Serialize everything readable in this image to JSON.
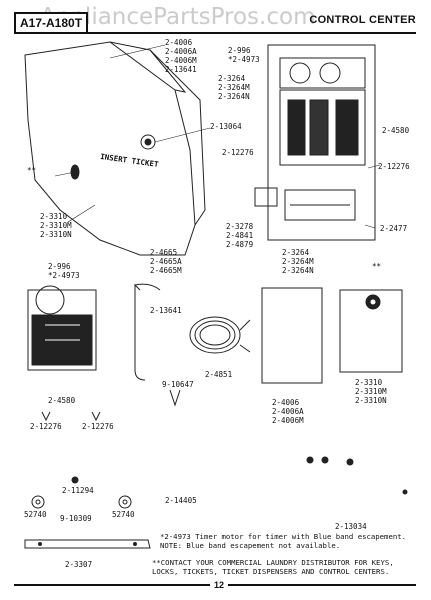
{
  "header": {
    "model": "A17-A180T",
    "section_title": "CONTROL CENTER",
    "watermark": "AppliancePartsPros.com"
  },
  "ticket_label": "INSERT TICKET",
  "double_star": "**",
  "parts": {
    "cover_top": [
      "2-4006",
      "2-4006A",
      "2-4006M",
      "2-13641"
    ],
    "timer_top": [
      "2-996",
      "*2-4973"
    ],
    "cover_right": [
      "2-3264",
      "2-3264M",
      "2-3264N"
    ],
    "coin_slot": [
      "2-13064"
    ],
    "switch_right": [
      "2-4580"
    ],
    "clip_left": [
      "2-12276"
    ],
    "clip_right": [
      "2-12276"
    ],
    "cover_bottom": [
      "2-3310",
      "2-3310M",
      "2-3310N"
    ],
    "relay": [
      "2-3278",
      "2-4841",
      "2-4879"
    ],
    "bracket": [
      "2-2477"
    ],
    "base_bottom": [
      "2-3264",
      "2-3264M",
      "2-3264N"
    ],
    "cover_mid": [
      "2-4665",
      "2-4665A",
      "2-4665M"
    ],
    "timer_left": [
      "2-996",
      "*2-4973"
    ],
    "wire_clip": [
      "2-13641"
    ],
    "harness": [
      "2-4851"
    ],
    "screws": [
      "9-10647"
    ],
    "switch_left": [
      "2-4580"
    ],
    "plate_mid": [
      "2-4006",
      "2-4006A",
      "2-4006M"
    ],
    "plate_right": [
      "2-3310",
      "2-3310M",
      "2-3310N"
    ],
    "clip_pair_a": [
      "2-12276"
    ],
    "clip_pair_b": [
      "2-12276"
    ],
    "rivet": [
      "2-11294"
    ],
    "nut_left": [
      "52740"
    ],
    "nut_mid": [
      "9-10309"
    ],
    "nut_right": [
      "52740"
    ],
    "spring": [
      "2-14405"
    ],
    "stem": [
      "2-13034"
    ],
    "strip": [
      "2-3307"
    ]
  },
  "notes": {
    "timer_note": "*2-4973 Timer motor for timer with Blue band escapement. NOTE: Blue band escapement not available.",
    "contact_note": "**CONTACT YOUR COMMERCIAL LAUNDRY DISTRIBUTOR FOR KEYS, LOCKS, TICKETS, TICKET DISPENSERS AND CONTROL CENTERS."
  },
  "page_number": "12"
}
